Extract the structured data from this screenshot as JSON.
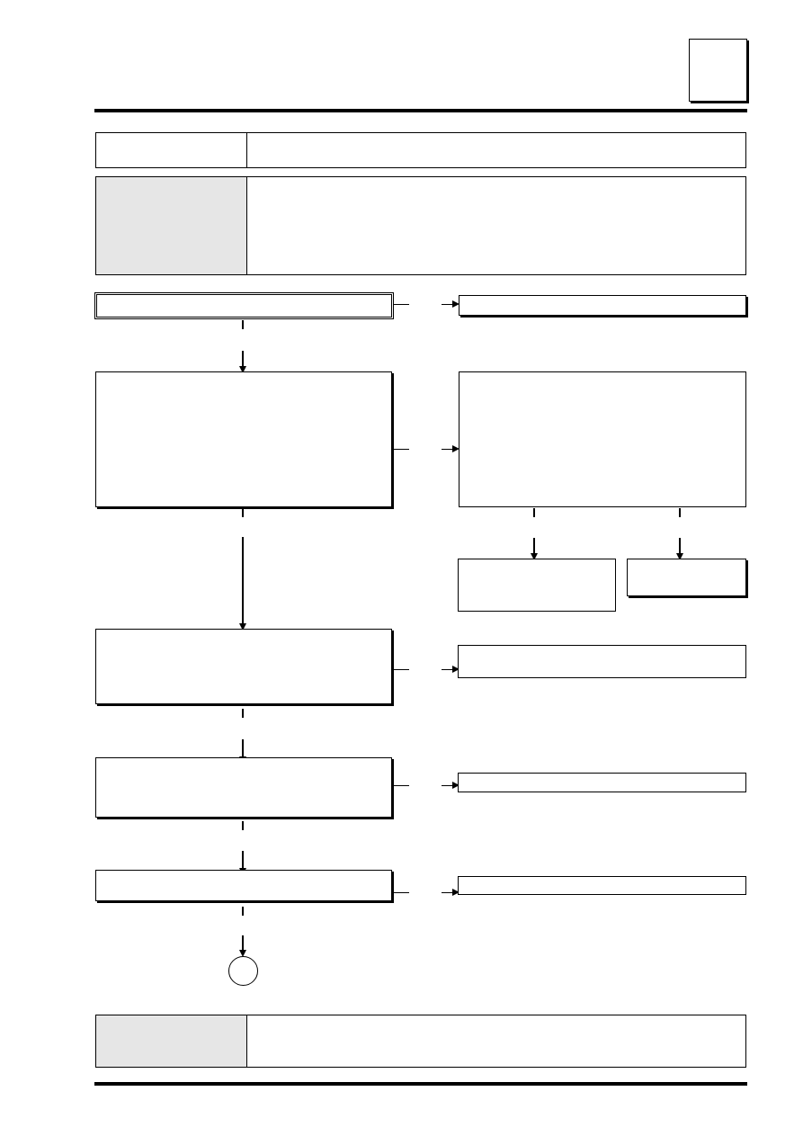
{
  "page": {
    "section_tab": "",
    "header_left": "",
    "header_right": "",
    "info_left": "",
    "info_right": "",
    "footer_left": "",
    "footer_right": ""
  },
  "flow": {
    "steps": [
      {
        "id": "step1",
        "text": "",
        "yes_label": "",
        "no_label": ""
      },
      {
        "id": "step2",
        "text": "",
        "yes_label": "",
        "no_label": ""
      },
      {
        "id": "step3",
        "text": "",
        "yes_label": "",
        "no_label": ""
      },
      {
        "id": "step4",
        "text": "",
        "yes_label": "",
        "no_label": ""
      },
      {
        "id": "step5",
        "text": "",
        "yes_label": "",
        "no_label": ""
      }
    ],
    "results": [
      {
        "id": "result1",
        "text": ""
      },
      {
        "id": "result2",
        "text": ""
      },
      {
        "id": "result3",
        "text": ""
      },
      {
        "id": "result4",
        "text": ""
      },
      {
        "id": "result5",
        "text": ""
      }
    ],
    "sub_results": [
      {
        "id": "sub1",
        "text": "",
        "label": ""
      },
      {
        "id": "sub2",
        "text": "",
        "label": ""
      }
    ],
    "connector": {
      "text": ""
    }
  }
}
